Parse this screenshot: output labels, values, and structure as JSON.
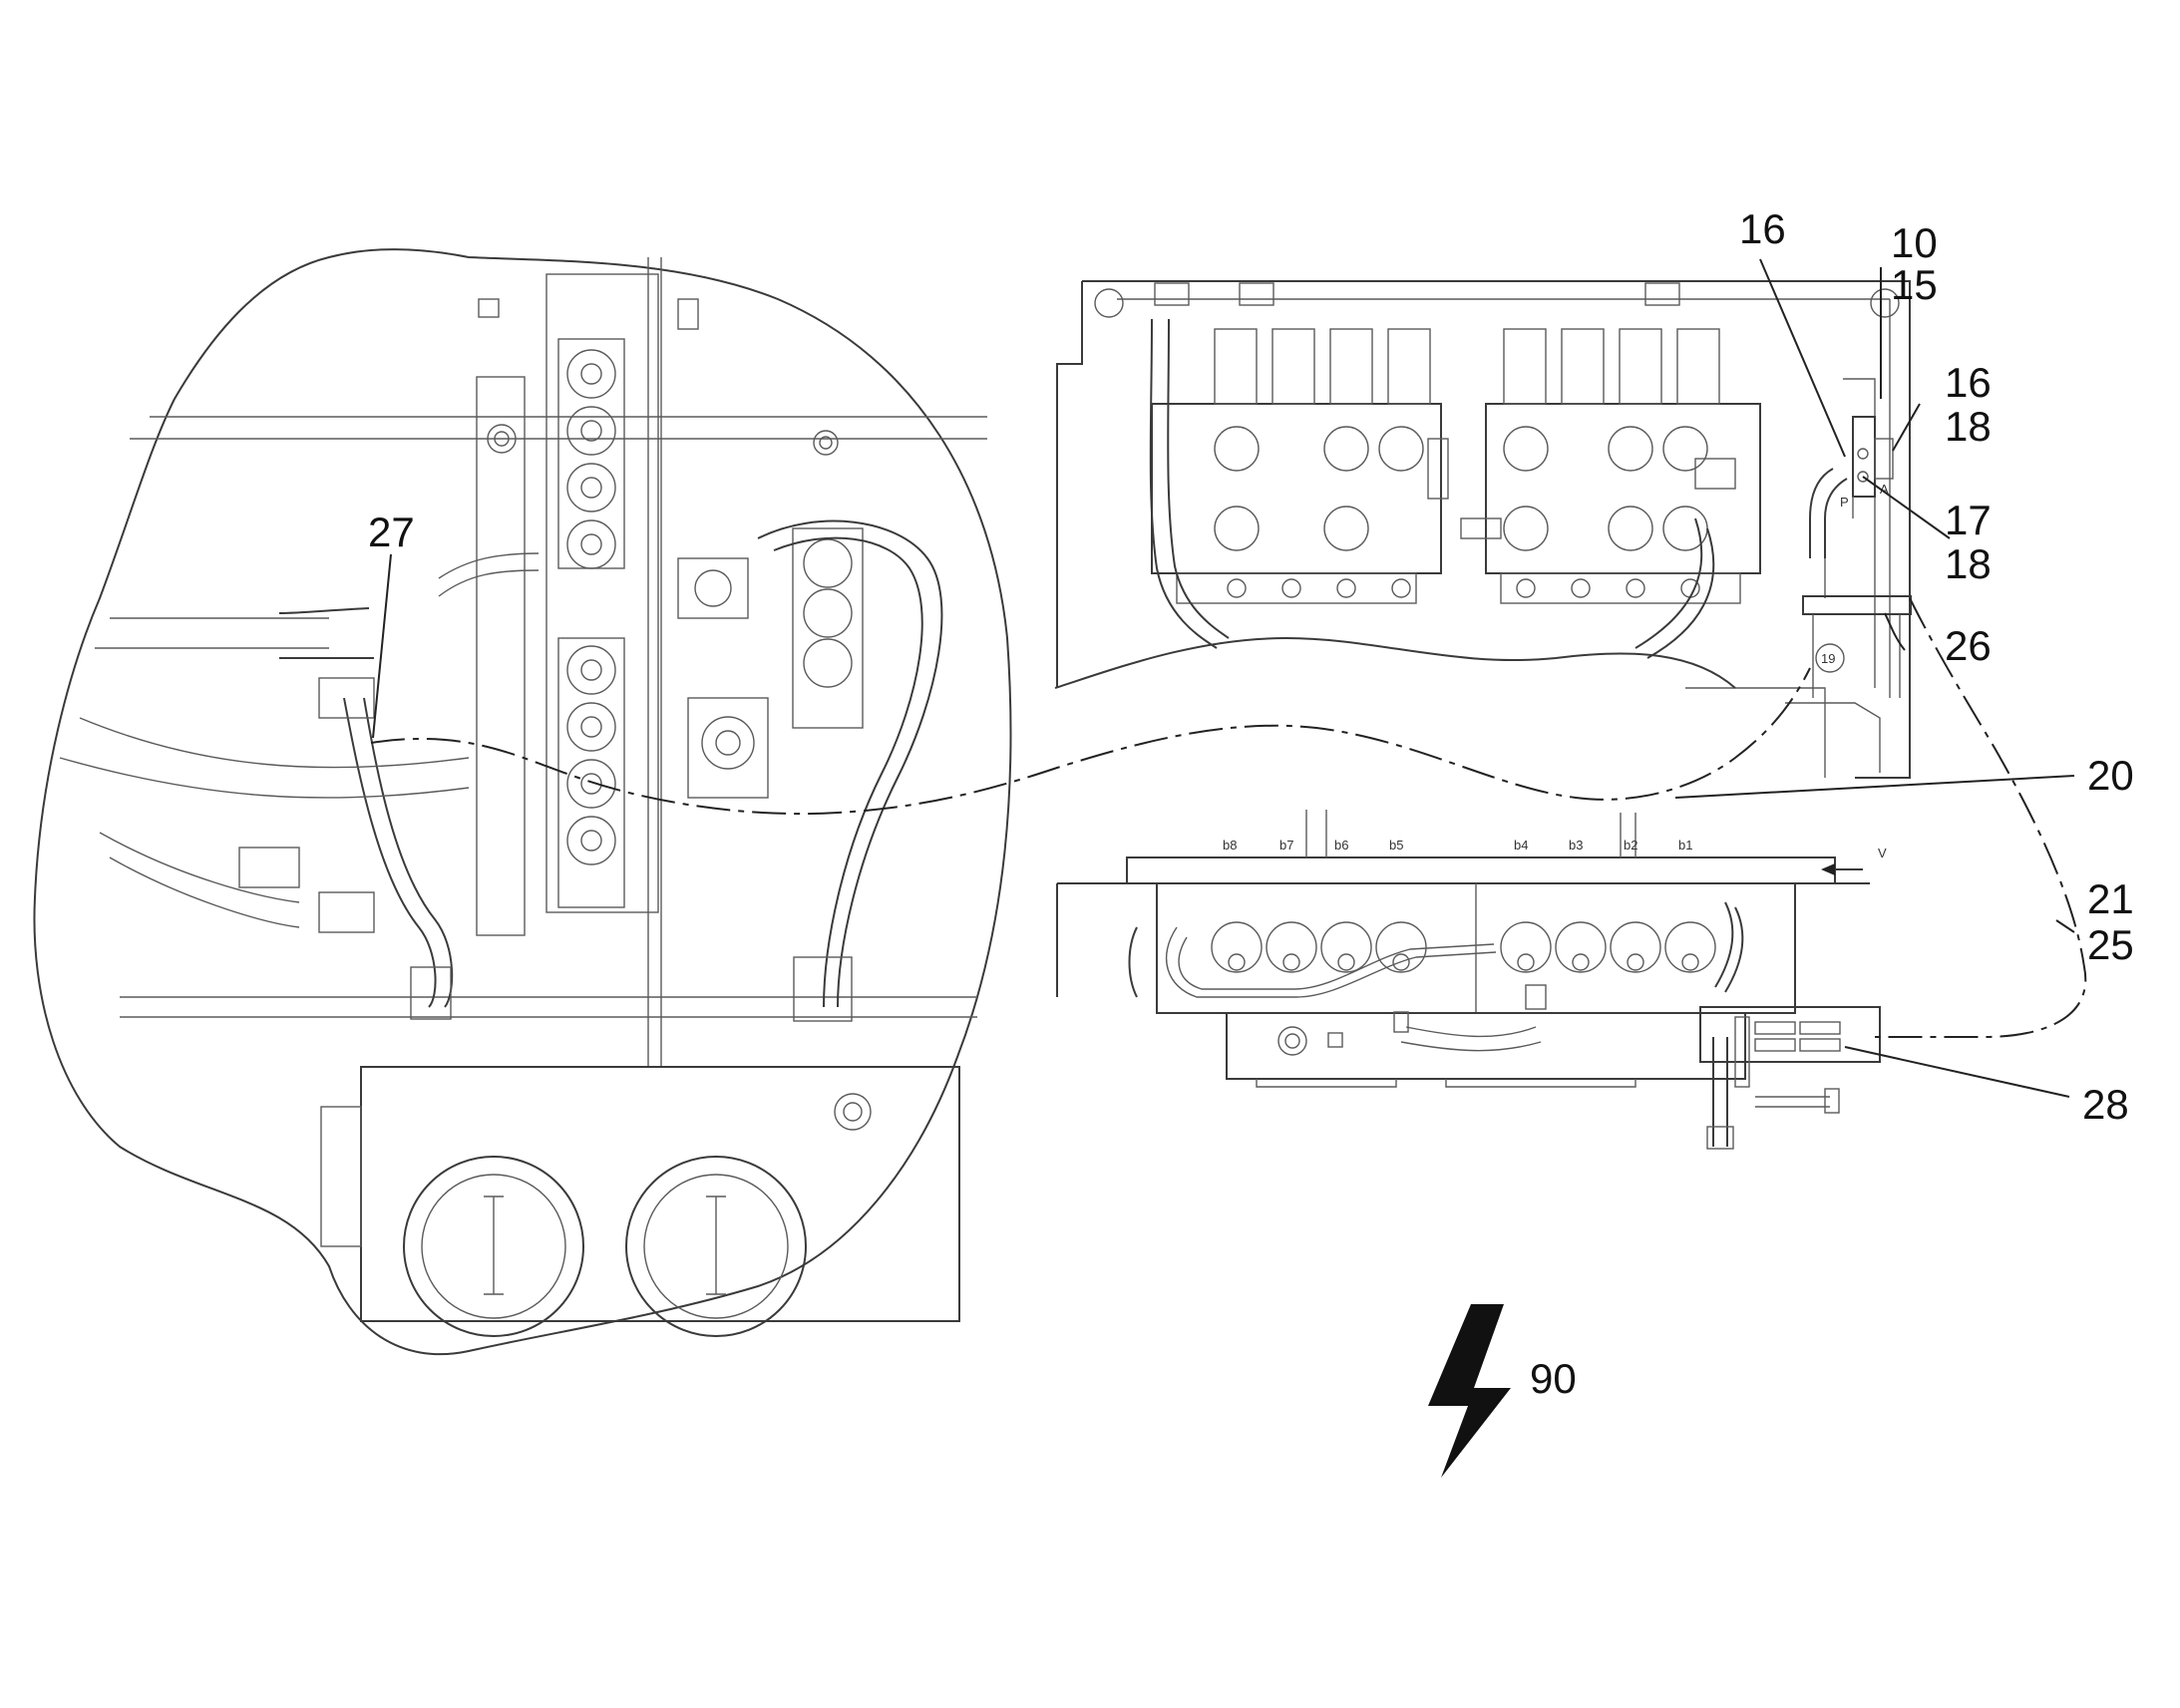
{
  "callouts": {
    "c27": "27",
    "c16a": "16",
    "c10": "10",
    "c15": "15",
    "c16b": "16",
    "c18a": "18",
    "c17": "17",
    "c18b": "18",
    "c26": "26",
    "c20": "20",
    "c21": "21",
    "c25": "25",
    "c28": "28",
    "c90": "90"
  },
  "bank_labels": {
    "b8": "b8",
    "b7": "b7",
    "b6": "b6",
    "b5": "b5",
    "b4": "b4",
    "b3": "b3",
    "b2": "b2",
    "b1": "b1"
  },
  "small_labels": {
    "view": "V",
    "port_p": "P",
    "port_a": "A",
    "ref19": "19"
  },
  "icons": {
    "lightning": "lightning-bolt-icon",
    "view_arrow": "arrow-left-icon"
  }
}
